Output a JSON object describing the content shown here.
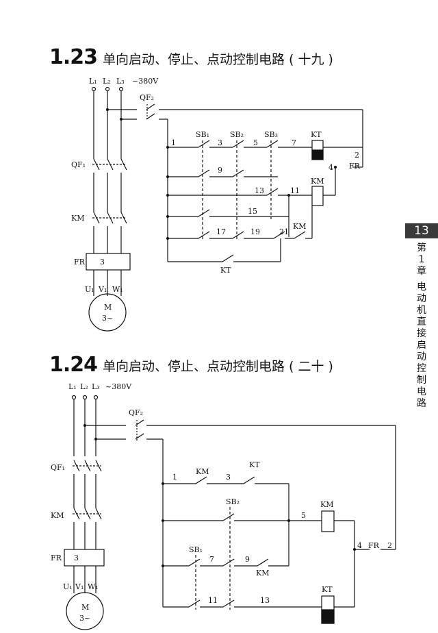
{
  "diagram1": {
    "number": "1.23",
    "title": "单向启动、停止、点动控制电路 ( 十九 )",
    "labels": {
      "L1": "L₁",
      "L2": "L₂",
      "L3": "L₃",
      "voltage": "~380V",
      "QF2": "QF₂",
      "QF1": "QF₁",
      "KM_main": "KM",
      "FR": "FR",
      "FR_num": "3",
      "U1": "U₁",
      "V1": "V₁",
      "W1": "W₁",
      "M": "M",
      "M_sub": "3~",
      "SB1": "SB₁",
      "SB2": "SB₂",
      "SB3": "SB₃",
      "KT": "KT",
      "KM_coil": "KM",
      "FR_ctrl": "FR",
      "KM_contact": "KM",
      "KT_contact": "KT",
      "n1": "1",
      "n2": "2",
      "n3": "3",
      "n4": "4",
      "n5": "5",
      "n7": "7",
      "n9": "9",
      "n11": "11",
      "n13": "13",
      "n15": "15",
      "n17": "17",
      "n19": "19",
      "n21": "21"
    }
  },
  "diagram2": {
    "number": "1.24",
    "title": "单向启动、停止、点动控制电路 ( 二十 )",
    "labels": {
      "L1": "L₁",
      "L2": "L₂",
      "L3": "L₃",
      "voltage": "~380V",
      "QF2": "QF₂",
      "QF1": "QF₁",
      "KM_main": "KM",
      "FR": "FR",
      "FR_num": "3",
      "U1": "U₁",
      "V1": "V₁",
      "W1": "W₁",
      "M": "M",
      "M_sub": "3~",
      "KM_a": "KM",
      "KT_a": "KT",
      "SB2": "SB₂",
      "KM_coil": "KM",
      "SB1": "SB₁",
      "KM_b": "KM",
      "FR_ctrl": "FR",
      "KT_coil": "KT",
      "n1": "1",
      "n2": "2",
      "n3": "3",
      "n4": "4",
      "n5": "5",
      "n7": "7",
      "n9": "9",
      "n11": "11",
      "n13": "13"
    }
  },
  "sidebar": {
    "page": "13",
    "chapter": [
      "第",
      "1",
      "章"
    ],
    "section": [
      "电",
      "动",
      "机",
      "直",
      "接",
      "启",
      "动",
      "控",
      "制",
      "电",
      "路"
    ]
  }
}
